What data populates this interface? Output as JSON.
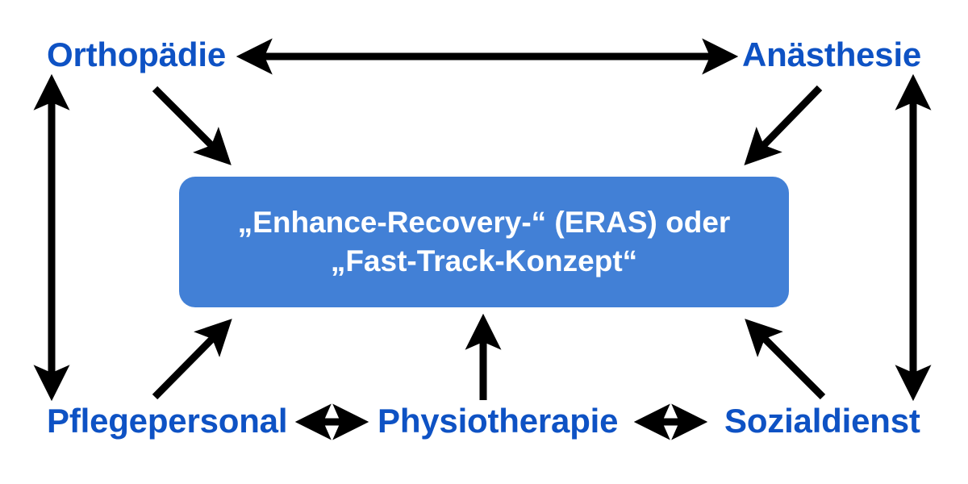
{
  "diagram": {
    "title_implicit": "ERAS / Fast-Track-Konzept interdisziplinaeres Team",
    "colors": {
      "node_text": "#0E52C4",
      "center_box_fill": "#4280D6",
      "center_box_text": "#FFFFFF",
      "arrow": "#000000",
      "background": "#FFFFFF"
    },
    "center": {
      "line1": "„Enhance-Recovery-“ (ERAS) oder",
      "line2": "„Fast-Track-Konzept“"
    },
    "nodes": [
      {
        "id": "orthopaedie",
        "label": "Orthopädie",
        "position": "top-left"
      },
      {
        "id": "anaesthesie",
        "label": "Anästhesie",
        "position": "top-right"
      },
      {
        "id": "pflegepersonal",
        "label": "Pflegepersonal",
        "position": "bottom-left"
      },
      {
        "id": "physiotherapie",
        "label": "Physiotherapie",
        "position": "bottom-center"
      },
      {
        "id": "sozialdienst",
        "label": "Sozialdienst",
        "position": "bottom-right"
      }
    ],
    "connections": [
      {
        "from": "orthopaedie",
        "to": "anaesthesie",
        "type": "double",
        "orientation": "horizontal"
      },
      {
        "from": "orthopaedie",
        "to": "pflegepersonal",
        "type": "double",
        "orientation": "vertical"
      },
      {
        "from": "anaesthesie",
        "to": "sozialdienst",
        "type": "double",
        "orientation": "vertical"
      },
      {
        "from": "pflegepersonal",
        "to": "physiotherapie",
        "type": "double",
        "orientation": "horizontal"
      },
      {
        "from": "physiotherapie",
        "to": "sozialdienst",
        "type": "double",
        "orientation": "horizontal"
      },
      {
        "from": "orthopaedie",
        "to": "center",
        "type": "single",
        "orientation": "diagonal"
      },
      {
        "from": "anaesthesie",
        "to": "center",
        "type": "single",
        "orientation": "diagonal"
      },
      {
        "from": "pflegepersonal",
        "to": "center",
        "type": "single",
        "orientation": "diagonal"
      },
      {
        "from": "physiotherapie",
        "to": "center",
        "type": "single",
        "orientation": "vertical"
      },
      {
        "from": "sozialdienst",
        "to": "center",
        "type": "single",
        "orientation": "diagonal"
      }
    ]
  }
}
